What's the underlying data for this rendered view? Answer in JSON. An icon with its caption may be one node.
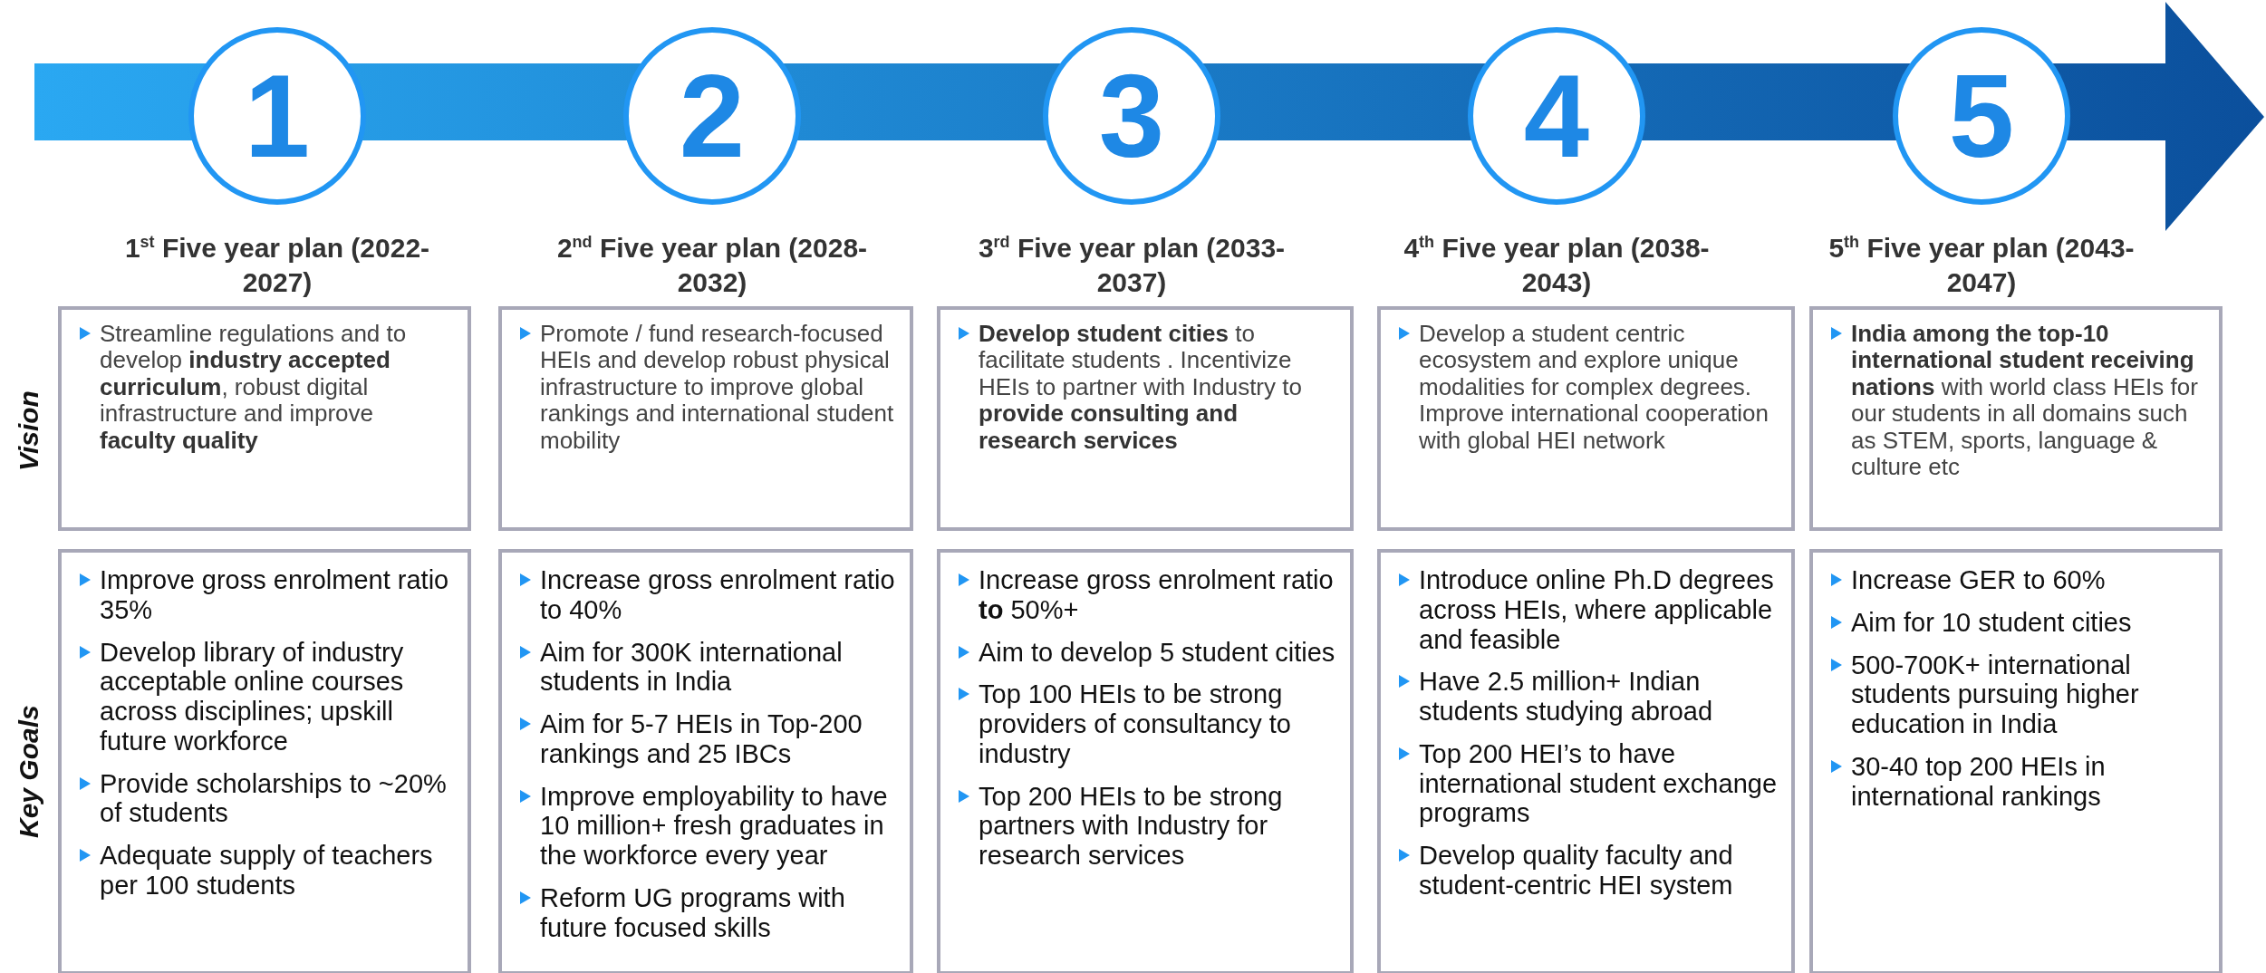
{
  "diagram": {
    "nodes": [
      {
        "text": [
          "1"
        ]
      },
      {
        "text": [
          "2"
        ]
      },
      {
        "text": [
          "3"
        ]
      },
      {
        "text": [
          "4"
        ]
      },
      {
        "text": [
          "5"
        ]
      },
      {
        "text": [
          "Streamline regulations and to develop **industry accepted curriculum**, robust digital infrastructure and improve **faculty quality**"
        ]
      },
      {
        "text": [
          "Promote / fund research-focused HEIs and develop robust physical infrastructure to improve global rankings and international student mobility"
        ]
      },
      {
        "text": [
          "**Develop student cities** to facilitate students . Incentivize HEIs to partner with Industry to **provide consulting and research services**"
        ]
      },
      {
        "text": [
          "Develop a student centric ecosystem and explore unique modalities for complex degrees. Improve international cooperation with global HEI network"
        ]
      },
      {
        "text": [
          "**India among the top-10 international student receiving nations** with world class HEIs for our students in all domains such as STEM, sports, language & culture etc"
        ]
      },
      {
        "text": [
          "Improve gross enrolment ratio 35%",
          "Develop library of industry acceptable online courses across disciplines; upskill future workforce",
          "Provide scholarships to ~20% of students",
          "Adequate supply of teachers per 100 students"
        ]
      },
      {
        "text": [
          "Increase gross enrolment ratio to 40%",
          "Aim for 300K international students in India",
          "Aim for 5-7 HEIs in Top-200 rankings and 25 IBCs",
          "Improve employability to have 10 million+ fresh graduates in the workforce every year",
          "Reform UG programs with future focused skills"
        ]
      },
      {
        "text": [
          "Increase gross enrolment ratio **to** 50%+",
          "Aim to develop 5 student cities",
          "Top 100 HEIs to be strong providers of consultancy to industry",
          "Top 200 HEIs to be strong partners with Industry for research services"
        ]
      },
      {
        "text": [
          "Introduce online Ph.D degrees across HEIs, where applicable and feasible",
          "Have 2.5 million+ Indian students studying abroad",
          "Top 200 HEI’s to have international student exchange programs",
          "Develop quality faculty and student-centric HEI system"
        ]
      },
      {
        "text": [
          "Increase GER to 60%",
          "Aim for 10 student cities",
          "500-700K+ international students pursuing higher education in India",
          "30-40 top 200 HEIs in international rankings"
        ]
      }
    ],
    "labels": [
      "1$^{st}$ Five year plan (2022-2027)",
      "2$^{nd}$ Five year plan (2028-2032)",
      "3$^{rd}$ Five year plan (2033-2037)",
      "4$^{th}$ Five year plan (2038-2043)",
      "5$^{th}$ Five year plan (2043-2047)",
      "Vision",
      "Key Goals"
    ]
  }
}
